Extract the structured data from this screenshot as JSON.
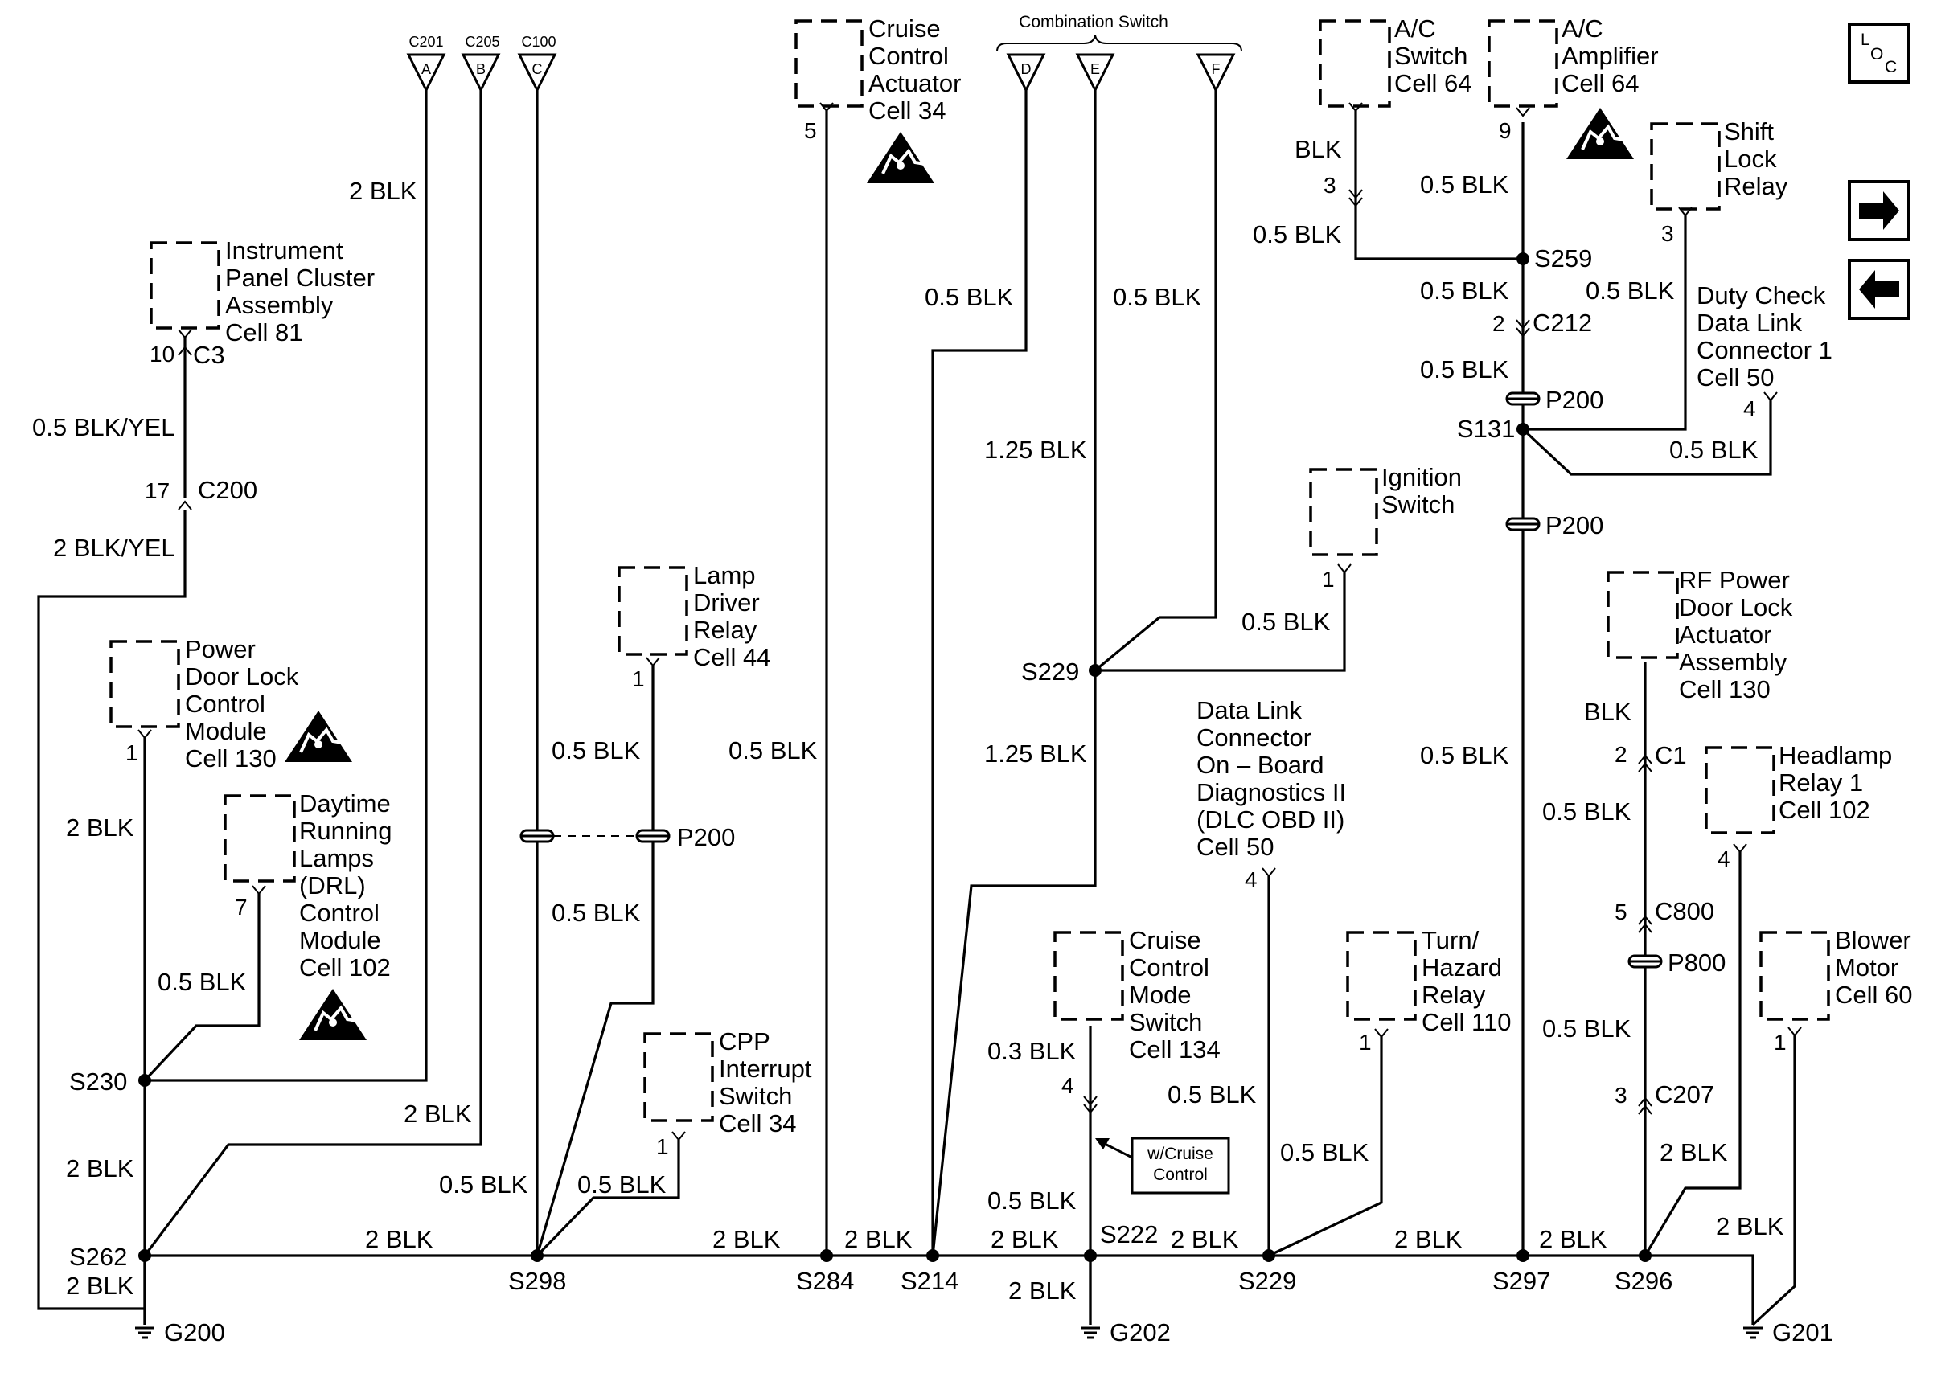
{
  "diagram": {
    "tab_markers": [
      "A",
      "B",
      "C",
      "D",
      "E",
      "F"
    ],
    "connector_headers": {
      "a": "C201",
      "b": "C205",
      "c": "C100"
    },
    "combination_switch": "Combination Switch",
    "components": {
      "ipc": [
        "Instrument",
        "Panel Cluster",
        "Assembly",
        "Cell 81"
      ],
      "cca": [
        "Cruise",
        "Control",
        "Actuator",
        "Cell 34"
      ],
      "acsw": [
        "A/C",
        "Switch",
        "Cell 64"
      ],
      "acamp": [
        "A/C",
        "Amplifier",
        "Cell 64"
      ],
      "shift": [
        "Shift",
        "Lock",
        "Relay"
      ],
      "duty": [
        "Duty Check",
        "Data Link",
        "Connector 1",
        "Cell 50"
      ],
      "ign": [
        "Ignition",
        "Switch"
      ],
      "rfpdl": [
        "RF Power",
        "Door Lock",
        "Actuator",
        "Assembly",
        "Cell 130"
      ],
      "pdlcm": [
        "Power",
        "Door Lock",
        "Control",
        "Module",
        "Cell 130"
      ],
      "drl": [
        "Daytime",
        "Running",
        "Lamps",
        "(DRL)",
        "Control",
        "Module",
        "Cell 102"
      ],
      "ldr": [
        "Lamp",
        "Driver",
        "Relay",
        "Cell 44"
      ],
      "dlc": [
        "Data Link",
        "Connector",
        "On – Board",
        "Diagnostics II",
        "(DLC OBD II)",
        "Cell 50"
      ],
      "hdl": [
        "Headlamp",
        "Relay 1",
        "Cell 102"
      ],
      "ccms": [
        "Cruise",
        "Control",
        "Mode",
        "Switch",
        "Cell 134"
      ],
      "turn": [
        "Turn/",
        "Hazard",
        "Relay",
        "Cell 110"
      ],
      "blower": [
        "Blower",
        "Motor",
        "Cell 60"
      ],
      "cpp": [
        "CPP",
        "Interrupt",
        "Switch",
        "Cell 34"
      ]
    },
    "option_note": [
      "w/Cruise",
      "Control"
    ],
    "loc_icon": [
      "L",
      "O",
      "C"
    ],
    "wires": {
      "w2blk": "2 BLK",
      "w05blk": "0.5 BLK",
      "w125blk": "1.25 BLK",
      "w03blk": "0.3 BLK",
      "wblk": "BLK",
      "w05blkyel": "0.5 BLK/YEL",
      "w2blkyel": "2 BLK/YEL"
    },
    "connectors": {
      "c3": "C3",
      "c200": "C200",
      "c212": "C212",
      "p200": "P200",
      "c1": "C1",
      "c800": "C800",
      "p800": "P800",
      "c207": "C207"
    },
    "pins": {
      "p1": "1",
      "p2": "2",
      "p3": "3",
      "p4": "4",
      "p5": "5",
      "p7": "7",
      "p9": "9",
      "p10": "10",
      "p17": "17"
    },
    "splices": {
      "s230": "S230",
      "s262": "S262",
      "s298": "S298",
      "s284": "S284",
      "s214": "S214",
      "s222": "S222",
      "s229": "S229",
      "s297": "S297",
      "s296": "S296",
      "s259": "S259",
      "s131": "S131"
    },
    "grounds": {
      "g200": "G200",
      "g202": "G202",
      "g201": "G201"
    }
  }
}
